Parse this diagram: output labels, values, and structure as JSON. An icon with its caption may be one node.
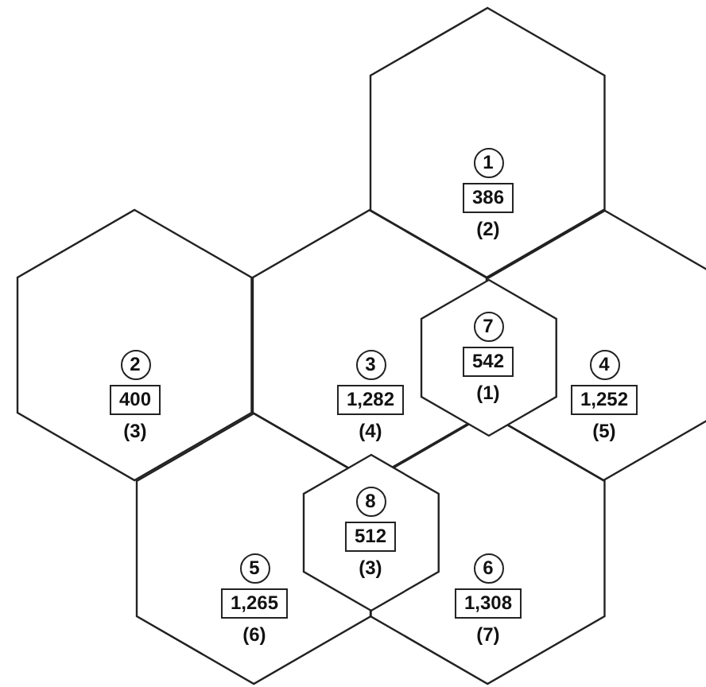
{
  "diagram": {
    "nodes": [
      {
        "text": [
          "1",
          "386",
          "(2)"
        ]
      },
      {
        "text": [
          "2",
          "400",
          "(3)"
        ]
      },
      {
        "text": [
          "3",
          "1,282",
          "(4)"
        ]
      },
      {
        "text": [
          "4",
          "1,252",
          "(5)"
        ]
      },
      {
        "text": [
          "5",
          "1,265",
          "(6)"
        ]
      },
      {
        "text": [
          "6",
          "1,308",
          "(7)"
        ]
      },
      {
        "text": [
          "7",
          "542",
          "(1)"
        ]
      },
      {
        "text": [
          "8",
          "512",
          "(3)"
        ]
      }
    ],
    "edges": []
  }
}
